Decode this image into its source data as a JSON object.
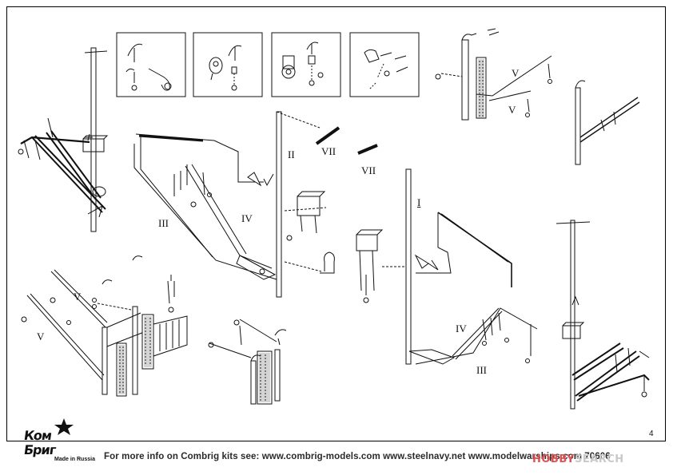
{
  "labels": {
    "v_top_right_upper": "V",
    "v_top_right_lower": "V",
    "ii": "II",
    "vii_center": "VII",
    "vii_right": "VII",
    "i": "I",
    "iii_left": "III",
    "iv_left": "IV",
    "iv_right": "IV",
    "iii_right": "III",
    "v_bottom_left_a": "V",
    "v_bottom_left_b": "V"
  },
  "page_number": "4",
  "footer_text": "For more info on Combrig kits see: www.combrig-models.com www.steelnavy.net  www.modelwarships.com  70606",
  "logo": {
    "line1": "Ком",
    "line2": "Бриг",
    "made_in": "Made in Russia"
  },
  "watermark": {
    "hobby": "HOBBY",
    "search": "SEARCH"
  },
  "colors": {
    "line": "#111111",
    "shade": "#555555",
    "watermark": "#c9c9c9"
  }
}
